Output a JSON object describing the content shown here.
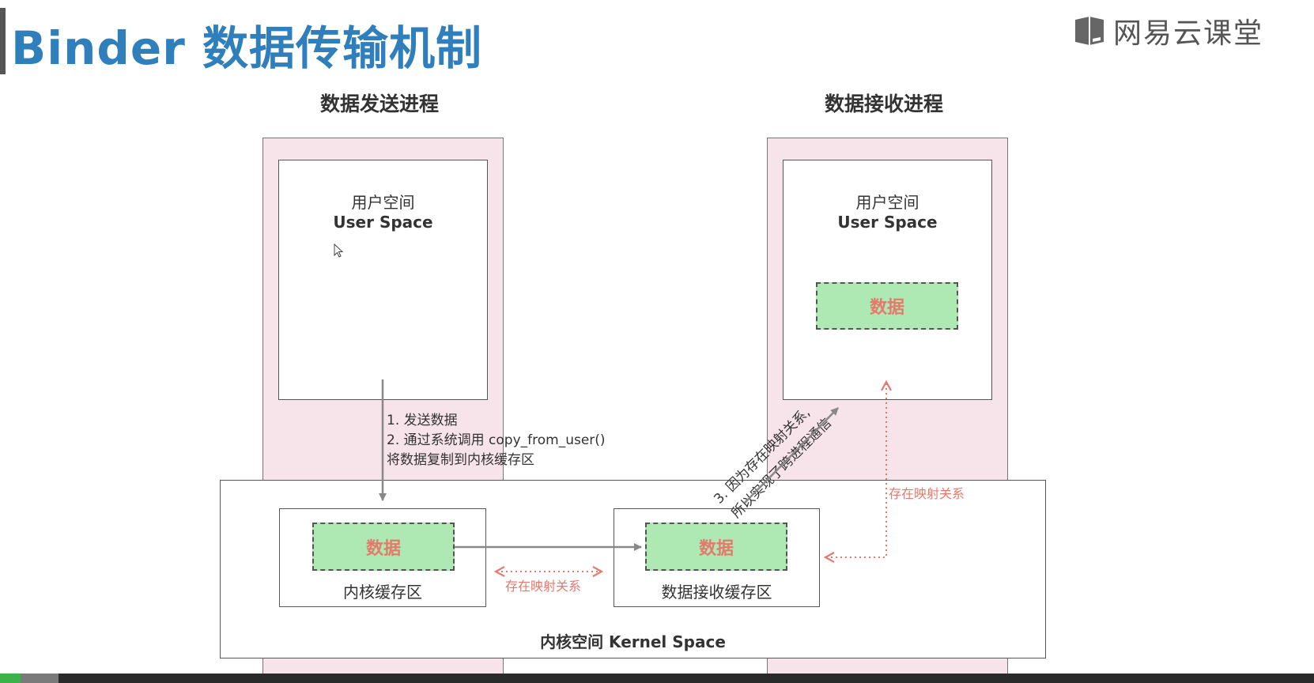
{
  "header": {
    "title": "Binder 数据传输机制",
    "logo_text": "网易云课堂"
  },
  "sender": {
    "heading": "数据发送进程",
    "user_space_cn": "用户空间",
    "user_space_en": "User Space"
  },
  "receiver": {
    "heading": "数据接收进程",
    "user_space_cn": "用户空间",
    "user_space_en": "User Space",
    "data_label": "数据"
  },
  "kernel": {
    "label": "内核空间 Kernel Space",
    "kernel_buffer": {
      "data_label": "数据",
      "label": "内核缓存区"
    },
    "receive_buffer": {
      "data_label": "数据",
      "label": "数据接收缓存区"
    }
  },
  "notes": {
    "step1": "1.  发送数据",
    "step2": "2.  通过系统调用 copy_from_user()",
    "step2b": "将数据复制到内核缓存区",
    "step3_line1": "3. 因为存在映射关系,",
    "step3_line2": "所以实现了跨进程通信",
    "mapping_bottom": "存在映射关系",
    "mapping_right": "存在映射关系"
  },
  "colors": {
    "title": "#2f7fbd",
    "data_fill": "#aee8b3",
    "data_text": "#e37a6b",
    "process_bg": "#f7e4ea",
    "mapping_arrow": "#e37a6b"
  }
}
